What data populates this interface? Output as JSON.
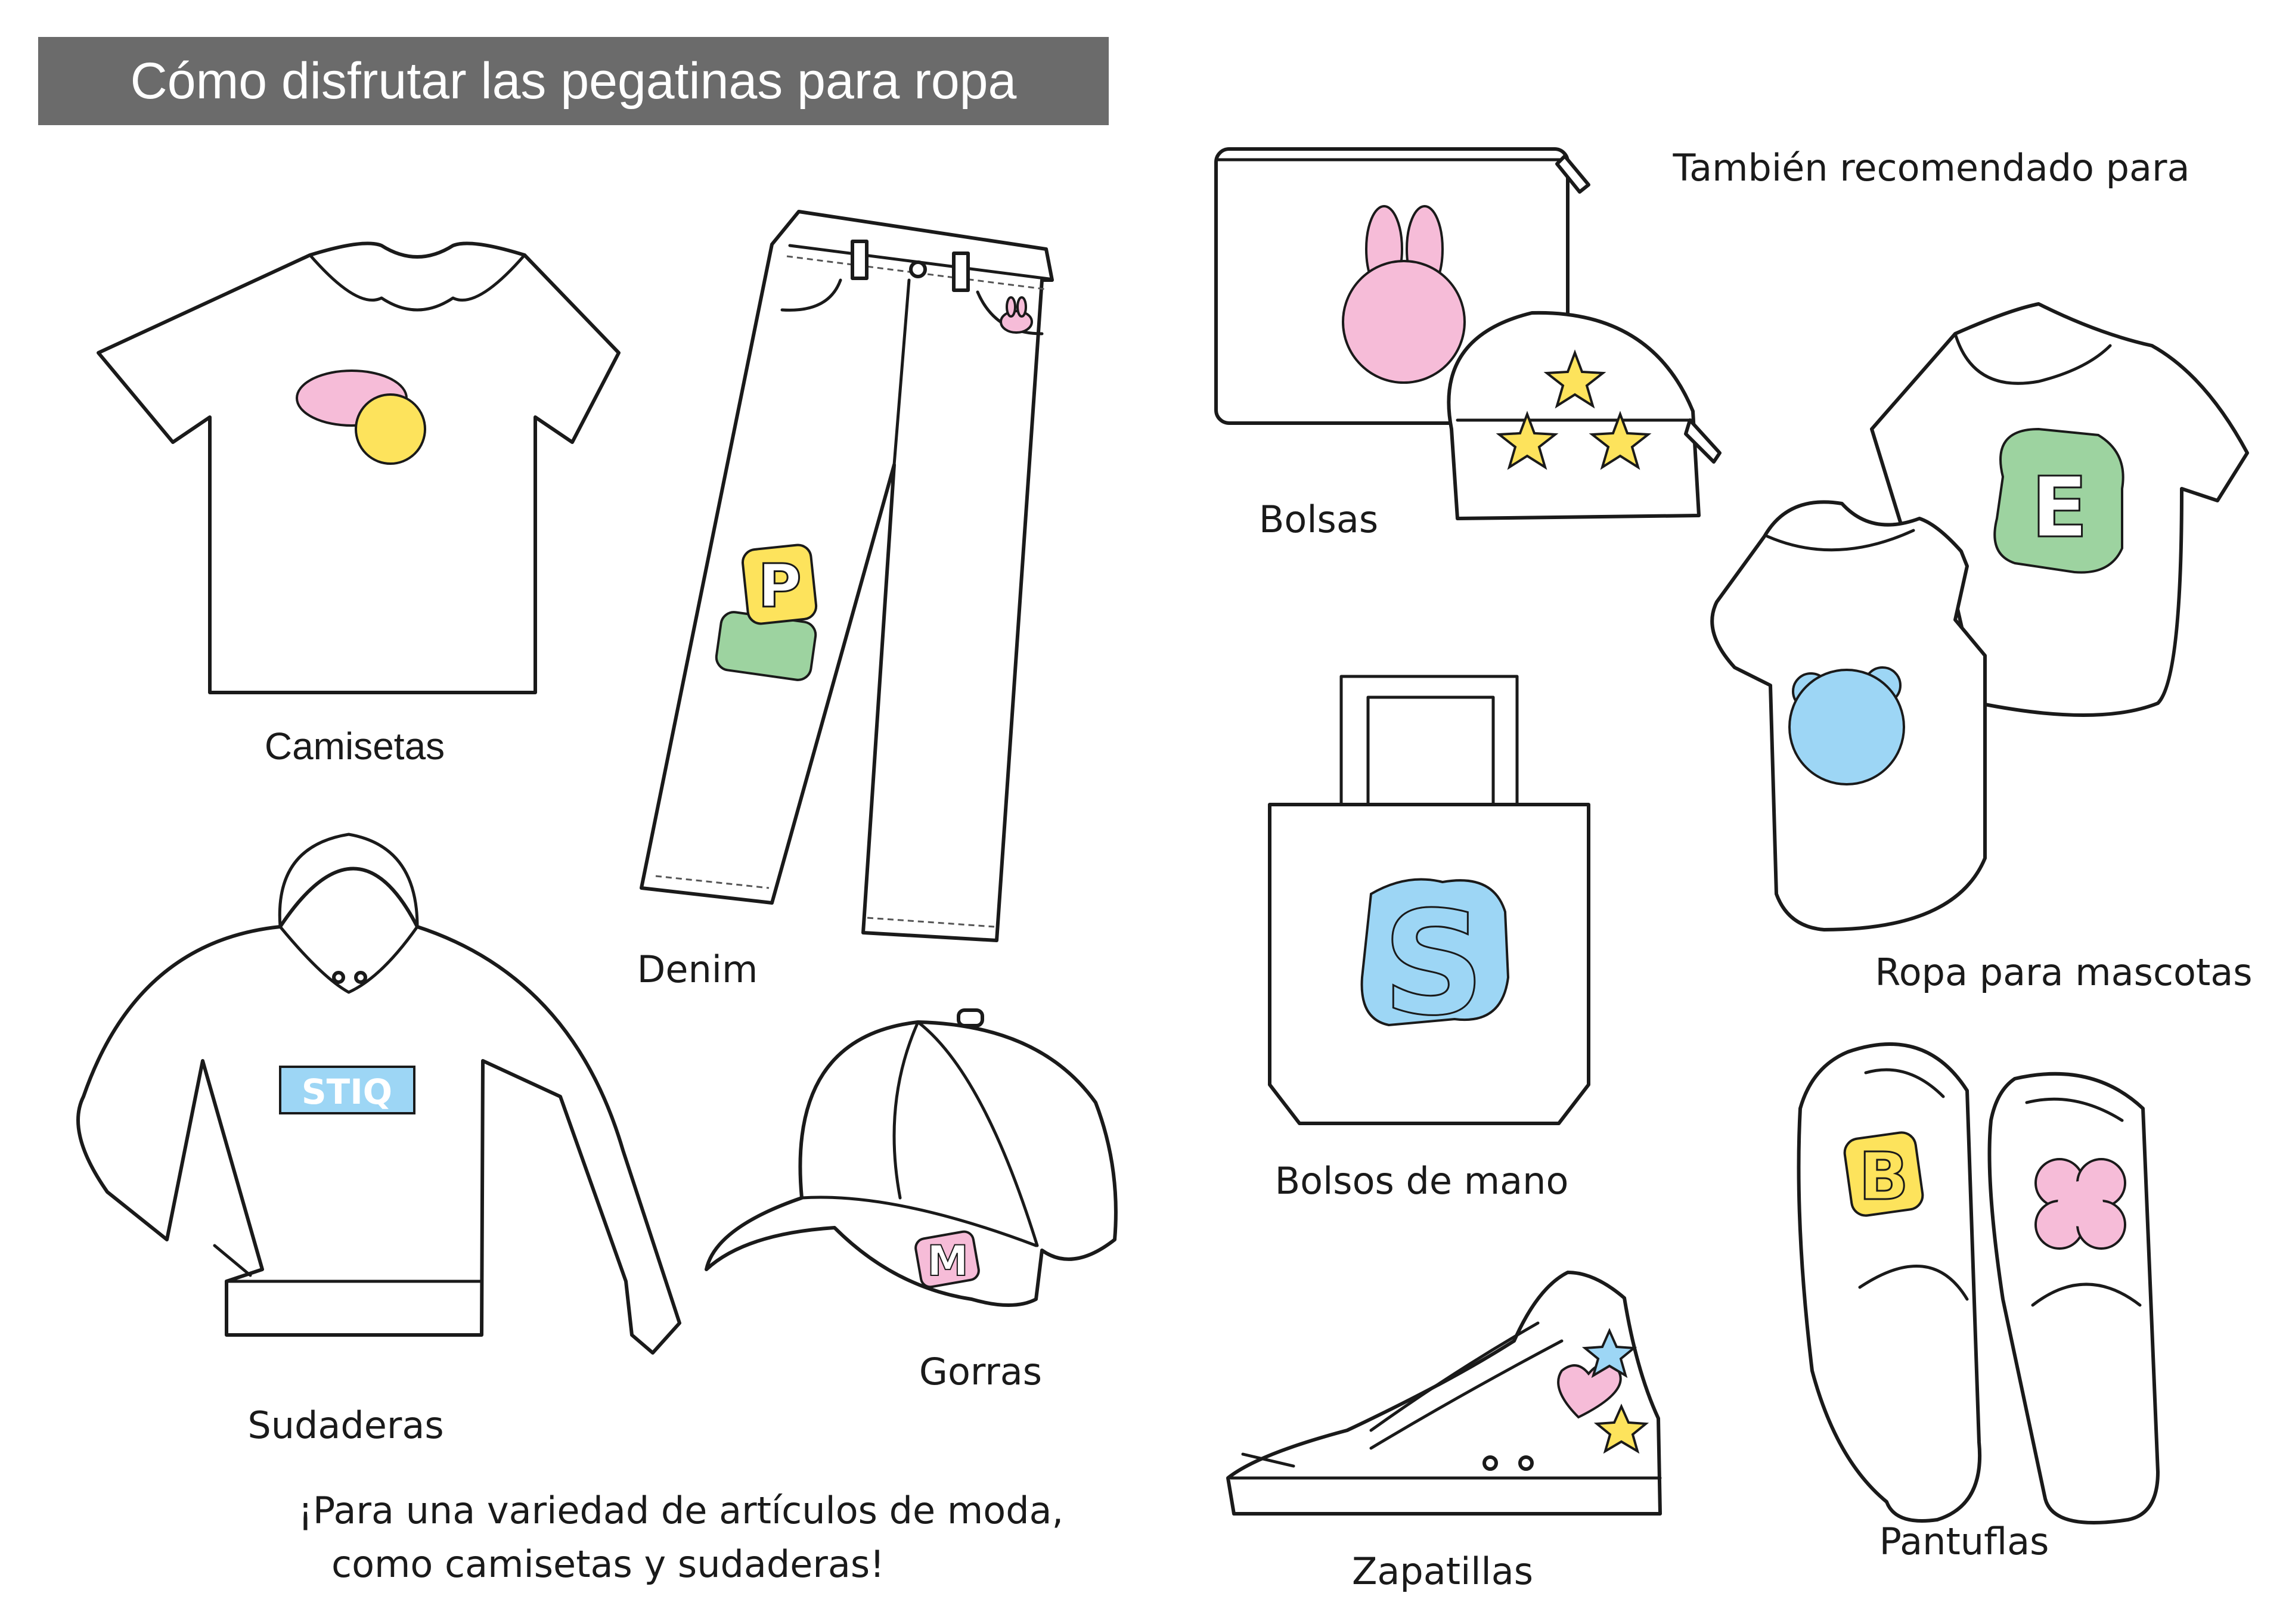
{
  "header": {
    "title": "Cómo disfrutar las pegatinas para ropa"
  },
  "labels": {
    "camisetas": "Camisetas",
    "denim": "Denim",
    "sudaderas": "Sudaderas",
    "gorras": "Gorras",
    "also_recommended": "También recomendado para",
    "bolsas": "Bolsas",
    "ropa_mascotas": "Ropa para mascotas",
    "bolsos_mano": "Bolsos de mano",
    "zapatillas": "Zapatillas",
    "pantuflas": "Pantuflas"
  },
  "tagline": {
    "line1": "¡Para una variedad de artículos de moda,",
    "line2": "como camisetas y sudaderas!"
  },
  "stickers": {
    "denim_letter": "P",
    "hoodie_logo": "STIQ",
    "cap_letter": "M",
    "tote_letter": "S",
    "pet_letter": "E",
    "slipper_letter": "B"
  },
  "colors": {
    "header_bg": "#6b6b6b",
    "pink": "#f6bcd8",
    "yellow": "#fde35c",
    "green": "#9dd3a0",
    "blue": "#9dd6f5"
  }
}
